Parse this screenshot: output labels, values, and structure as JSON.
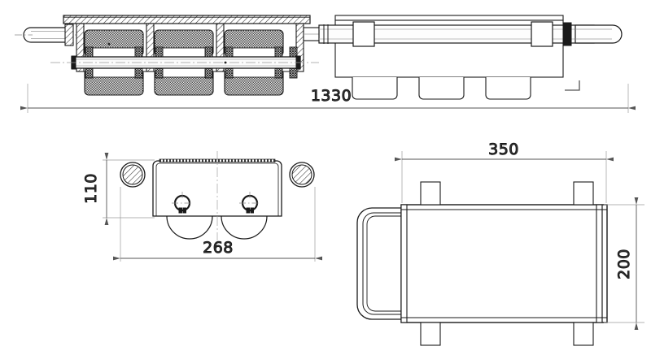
{
  "drawing": {
    "title": "Machinery Skate / Roller Dolly — Orthographic Drawing",
    "units": "mm",
    "line_color": "#1a1a1a",
    "dim_color": "#555555",
    "hatch_color": "#333333",
    "background": "#ffffff"
  },
  "dimensions": {
    "overall_length": "1330",
    "end_width": "268",
    "end_height": "110",
    "plan_width": "350",
    "plan_depth": "200"
  },
  "views": {
    "top_left": {
      "name": "sectional-side-view",
      "label": "",
      "roller_count": 3,
      "has_handle": true
    },
    "top_right": {
      "name": "side-elevation-view",
      "label": "",
      "foot_count": 3,
      "has_handle": true
    },
    "bottom_left": {
      "name": "end-view",
      "label": "",
      "wheel_count": 2,
      "bumper_count": 2,
      "circlip_count": 2
    },
    "bottom_right": {
      "name": "plan-view",
      "label": "",
      "tab_count": 4,
      "has_handle": true
    }
  },
  "annotations": {
    "corner_mark": "L",
    "centerline_style": "dash-dot"
  }
}
